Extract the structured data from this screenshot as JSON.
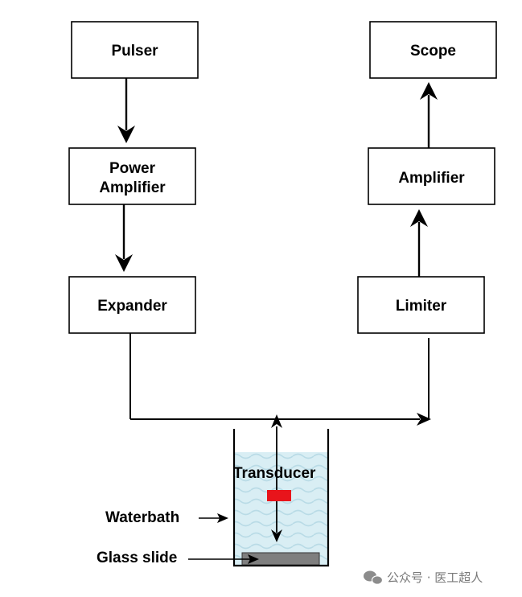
{
  "blocks": {
    "pulser": "Pulser",
    "power_amplifier_line1": "Power",
    "power_amplifier_line2": "Amplifier",
    "expander": "Expander",
    "scope": "Scope",
    "amplifier": "Amplifier",
    "limiter": "Limiter"
  },
  "bath": {
    "transducer": "Transducer",
    "waterbath": "Waterbath",
    "glass_slide": "Glass slide"
  },
  "watermark": {
    "text": "公众号 · 医工超人"
  },
  "colors": {
    "transducer": "#e8141b",
    "glass_slide": "#7f7f7f",
    "water": "#cfe7ef",
    "lines": "#000000"
  }
}
